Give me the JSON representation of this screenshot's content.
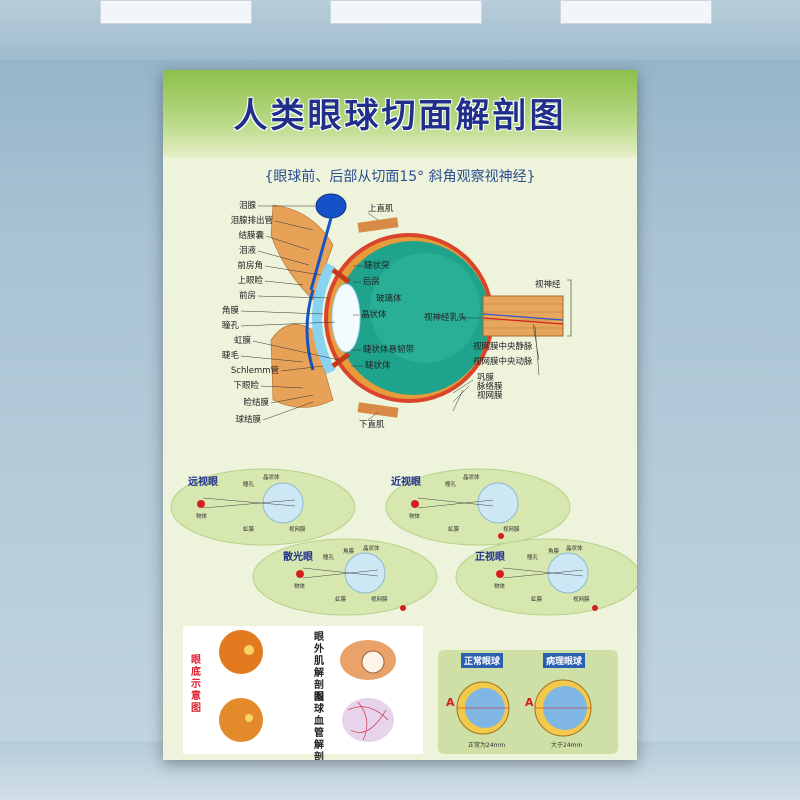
{
  "poster": {
    "title": "人类眼球切面解剖图",
    "subtitle": "{眼球前、后部从切面15° 斜角观察视神经}"
  },
  "main_labels_left": [
    "泪腺",
    "泪腺排出管",
    "结膜囊",
    "泪液",
    "前房角",
    "上眼睑",
    "前房",
    "角膜",
    "瞳孔",
    "虹膜",
    "睫毛",
    "Schlemm管",
    "下眼睑",
    "睑结膜",
    "球结膜"
  ],
  "main_labels_inner": [
    "睫状突",
    "后房",
    "玻璃体",
    "晶状体",
    "睫状体悬韧带",
    "睫状体"
  ],
  "main_labels_right": [
    "视神经",
    "视神经乳头",
    "视网膜中央静脉",
    "视网膜中央动脉",
    "巩膜",
    "脉络膜",
    "视网膜"
  ],
  "main_labels_muscle": {
    "top": "上直肌",
    "bottom": "下直肌"
  },
  "refraction": [
    {
      "title": "远视眼",
      "labels": [
        "瞳孔",
        "晶状体",
        "物体",
        "虹膜",
        "视网膜"
      ]
    },
    {
      "title": "近视眼",
      "labels": [
        "瞳孔",
        "晶状体",
        "物体",
        "虹膜",
        "视网膜"
      ]
    },
    {
      "title": "散光眼",
      "labels": [
        "瞳孔",
        "角膜",
        "晶状体",
        "物体",
        "虹膜",
        "视网膜"
      ]
    },
    {
      "title": "正视眼",
      "labels": [
        "瞳孔",
        "角膜",
        "晶状体",
        "物体",
        "虹膜",
        "视网膜"
      ]
    }
  ],
  "bottom_panels": {
    "fundus_title": "眼底示意图",
    "muscle_title": "眼外肌解剖图",
    "vessel_title": "眼球血管解剖图",
    "compare_left": "正常眼球",
    "compare_right": "病理眼球",
    "compare_left_note": "正常为24mm",
    "compare_right_note": "大于24mm",
    "compare_marker": "A"
  },
  "colors": {
    "header_green": "#8cc04a",
    "title_blue": "#1f2f8a",
    "poster_bg": "#eef4dc",
    "vitreous": "#1fa38c",
    "sclera_red": "#d9442a"
  }
}
